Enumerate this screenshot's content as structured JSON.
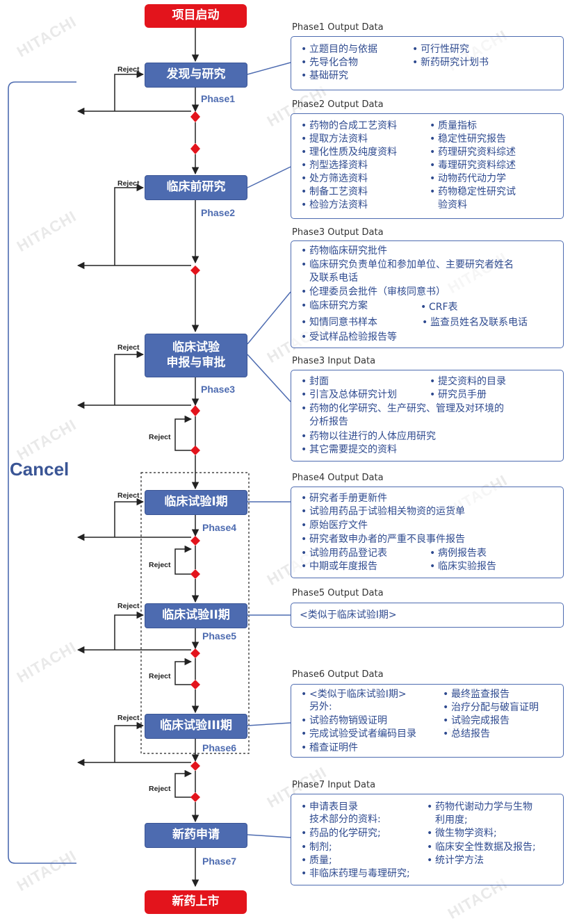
{
  "nodes": {
    "start": "项目启动",
    "discovery": "发现与研究",
    "preclinical": "临床前研究",
    "trial_application_1": "临床试验",
    "trial_application_2": "申报与审批",
    "trial_1": "临床试验I期",
    "trial_2": "临床试验II期",
    "trial_3": "临床试验III期",
    "nda": "新药申请",
    "launch": "新药上市"
  },
  "phases": [
    "Phase1",
    "Phase2",
    "Phase3",
    "Phase4",
    "Phase5",
    "Phase6",
    "Phase7"
  ],
  "reject_label": "Reject",
  "cancel_label": "Cancel",
  "watermark": "HITACHI",
  "phase1_output": {
    "title": "Phase1 Output Data",
    "items": [
      "立题目的与依据",
      "可行性研究",
      "先导化合物",
      "新药研究计划书",
      "基础研究"
    ]
  },
  "phase2_output": {
    "title": "Phase2 Output Data",
    "items": [
      "药物的合成工艺资料",
      "质量指标",
      "提取方法资料",
      "稳定性研究报告",
      "理化性质及纯度资料",
      "药理研究资料综述",
      "剂型选择资料",
      "毒理研究资料综述",
      "处方筛选资料",
      "动物药代动力学",
      "制备工艺资料",
      "药物稳定性研究试",
      "验资料",
      "检验方法资料"
    ]
  },
  "phase3_output": {
    "title": "Phase3 Output Data",
    "items": [
      "药物临床研究批件",
      "临床研究负责单位和参加单位、主要研究者姓名",
      "及联系电话",
      "伦理委员会批件（审核同意书）",
      "临床研究方案",
      "CRF表",
      "知情同意书样本",
      "监查员姓名及联系电话",
      "受试样品检验报告等"
    ]
  },
  "phase3_input": {
    "title": "Phase3 Input Data",
    "items": [
      "封面",
      "提交资料的目录",
      "引言及总体研究计划",
      "研究员手册",
      "药物的化学研究、生产研究、管理及对环境的",
      "分析报告",
      "药物以往进行的人体应用研究",
      "其它需要提交的资料"
    ]
  },
  "phase4_output": {
    "title": "Phase4 Output Data",
    "items": [
      "研究者手册更新件",
      "试验用药品于试验相关物资的运货单",
      "原始医疗文件",
      "研究者致申办者的严重不良事件报告",
      "试验用药品登记表",
      "病例报告表",
      "中期或年度报告",
      "临床实验报告"
    ]
  },
  "phase5_output": {
    "title": "Phase5 Output Data",
    "items": [
      "<类似于临床试验I期>"
    ]
  },
  "phase6_output": {
    "title": "Phase6 Output Data",
    "items": [
      "<类似于临床试验I期>",
      "最终监查报告",
      "另外:",
      "治疗分配与破盲证明",
      "试验药物销毁证明",
      "试验完成报告",
      "完成试验受试者编码目录",
      "总结报告",
      "稽查证明件"
    ]
  },
  "phase7_input": {
    "title": "Phase7 Input Data",
    "items": [
      "申请表目录",
      "药物代谢动力学与生物",
      "技术部分的资料:",
      "利用度;",
      "药品的化学研究;",
      "微生物学资料;",
      "制剂;",
      "临床安全性数据及报告;",
      "质量;",
      "统计学方法",
      "非临床药理与毒理研究;"
    ]
  },
  "colors": {
    "node_blue": "#4d6bb0",
    "node_red": "#e3141c",
    "diamond": "#e3141c",
    "line": "#222222",
    "box_border": "#4d6bb0",
    "box_text": "#2e4a8f"
  }
}
